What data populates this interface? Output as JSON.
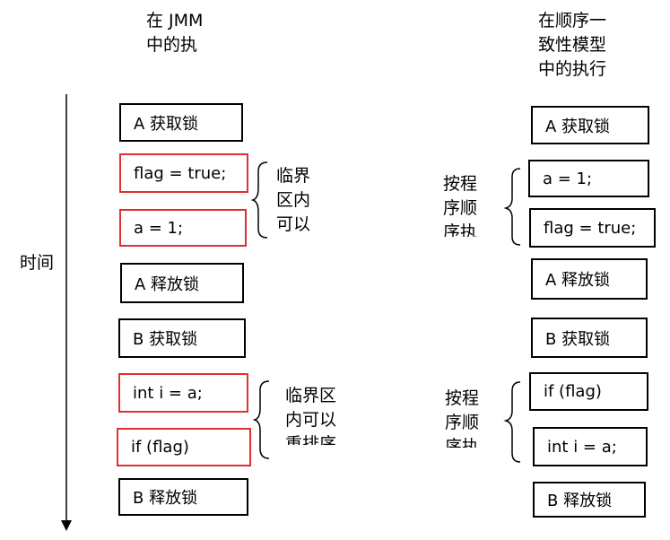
{
  "headers": {
    "left": "在 JMM\n中的执",
    "right": "在顺序一\n致性模型\n中的执行"
  },
  "timeline": {
    "label": "时间"
  },
  "left_column": [
    {
      "text": "A 获取锁",
      "highlight": false
    },
    {
      "text": "flag = true;",
      "highlight": true
    },
    {
      "text": "a = 1;",
      "highlight": true
    },
    {
      "text": "A 释放锁",
      "highlight": false
    },
    {
      "text": "B 获取锁",
      "highlight": false
    },
    {
      "text": "int i = a;",
      "highlight": true
    },
    {
      "text": "if (flag)",
      "highlight": true
    },
    {
      "text": "B 释放锁",
      "highlight": false
    }
  ],
  "right_column": [
    {
      "text": "A 获取锁"
    },
    {
      "text": "a = 1;"
    },
    {
      "text": "flag = true;"
    },
    {
      "text": "A 释放锁"
    },
    {
      "text": "B 获取锁"
    },
    {
      "text": "if (flag)"
    },
    {
      "text": "int i = a;"
    },
    {
      "text": "B 释放锁"
    }
  ],
  "annotations": {
    "left_top": [
      "临界",
      "区内",
      "可以"
    ],
    "left_bottom": [
      "临界区",
      "内可以",
      "重排序"
    ],
    "right_top": [
      "按程",
      "序顺",
      "序执"
    ],
    "right_bottom": [
      "按程",
      "序顺",
      "序执"
    ]
  },
  "colors": {
    "highlight_border": "#e03030",
    "border": "#000000"
  }
}
